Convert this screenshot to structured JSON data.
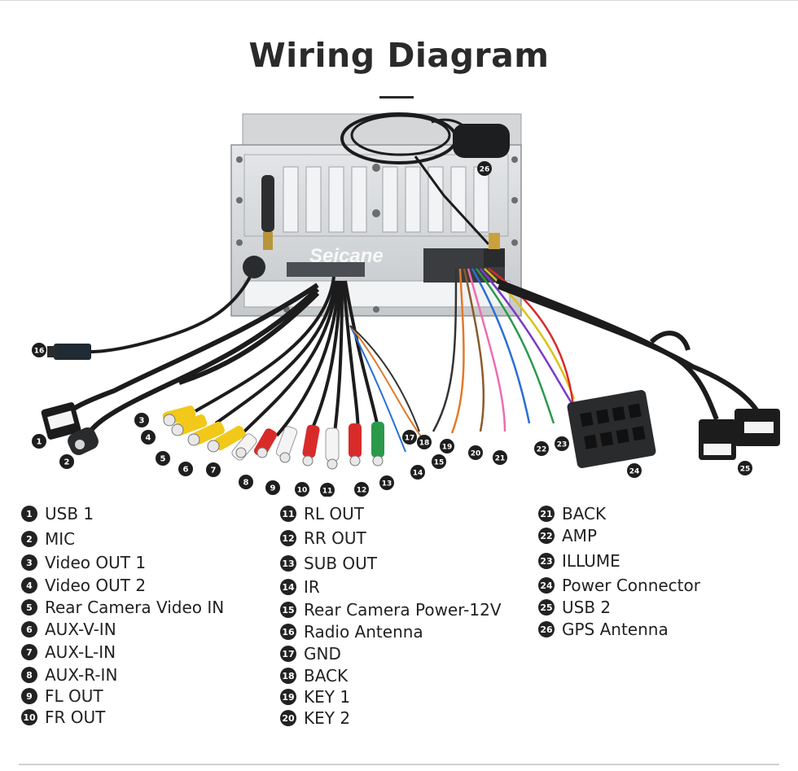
{
  "title": "Wiring Diagram",
  "brand_watermark": "Seicane",
  "callouts": [
    "1",
    "2",
    "3",
    "4",
    "5",
    "6",
    "7",
    "8",
    "9",
    "10",
    "11",
    "12",
    "13",
    "14",
    "15",
    "16",
    "17",
    "18",
    "19",
    "20",
    "21",
    "22",
    "23",
    "24",
    "25",
    "26"
  ],
  "legend": [
    {
      "num": "1",
      "label": "USB 1"
    },
    {
      "num": "2",
      "label": "MIC"
    },
    {
      "num": "3",
      "label": "Video OUT 1"
    },
    {
      "num": "4",
      "label": "Video OUT 2"
    },
    {
      "num": "5",
      "label": "Rear Camera Video IN"
    },
    {
      "num": "6",
      "label": "AUX-V-IN"
    },
    {
      "num": "7",
      "label": "AUX-L-IN"
    },
    {
      "num": "8",
      "label": "AUX-R-IN"
    },
    {
      "num": "9",
      "label": "FL OUT"
    },
    {
      "num": "10",
      "label": "FR OUT"
    },
    {
      "num": "11",
      "label": "RL OUT"
    },
    {
      "num": "12",
      "label": "RR OUT"
    },
    {
      "num": "13",
      "label": "SUB OUT"
    },
    {
      "num": "14",
      "label": "IR"
    },
    {
      "num": "15",
      "label": "Rear Camera Power-12V"
    },
    {
      "num": "16",
      "label": "Radio Antenna"
    },
    {
      "num": "17",
      "label": "GND"
    },
    {
      "num": "18",
      "label": "BACK"
    },
    {
      "num": "19",
      "label": "KEY 1"
    },
    {
      "num": "20",
      "label": "KEY 2"
    },
    {
      "num": "21",
      "label": "BACK"
    },
    {
      "num": "22",
      "label": "AMP"
    },
    {
      "num": "23",
      "label": "ILLUME"
    },
    {
      "num": "24",
      "label": "Power Connector"
    },
    {
      "num": "25",
      "label": "USB 2"
    },
    {
      "num": "26",
      "label": "GPS Antenna"
    }
  ]
}
